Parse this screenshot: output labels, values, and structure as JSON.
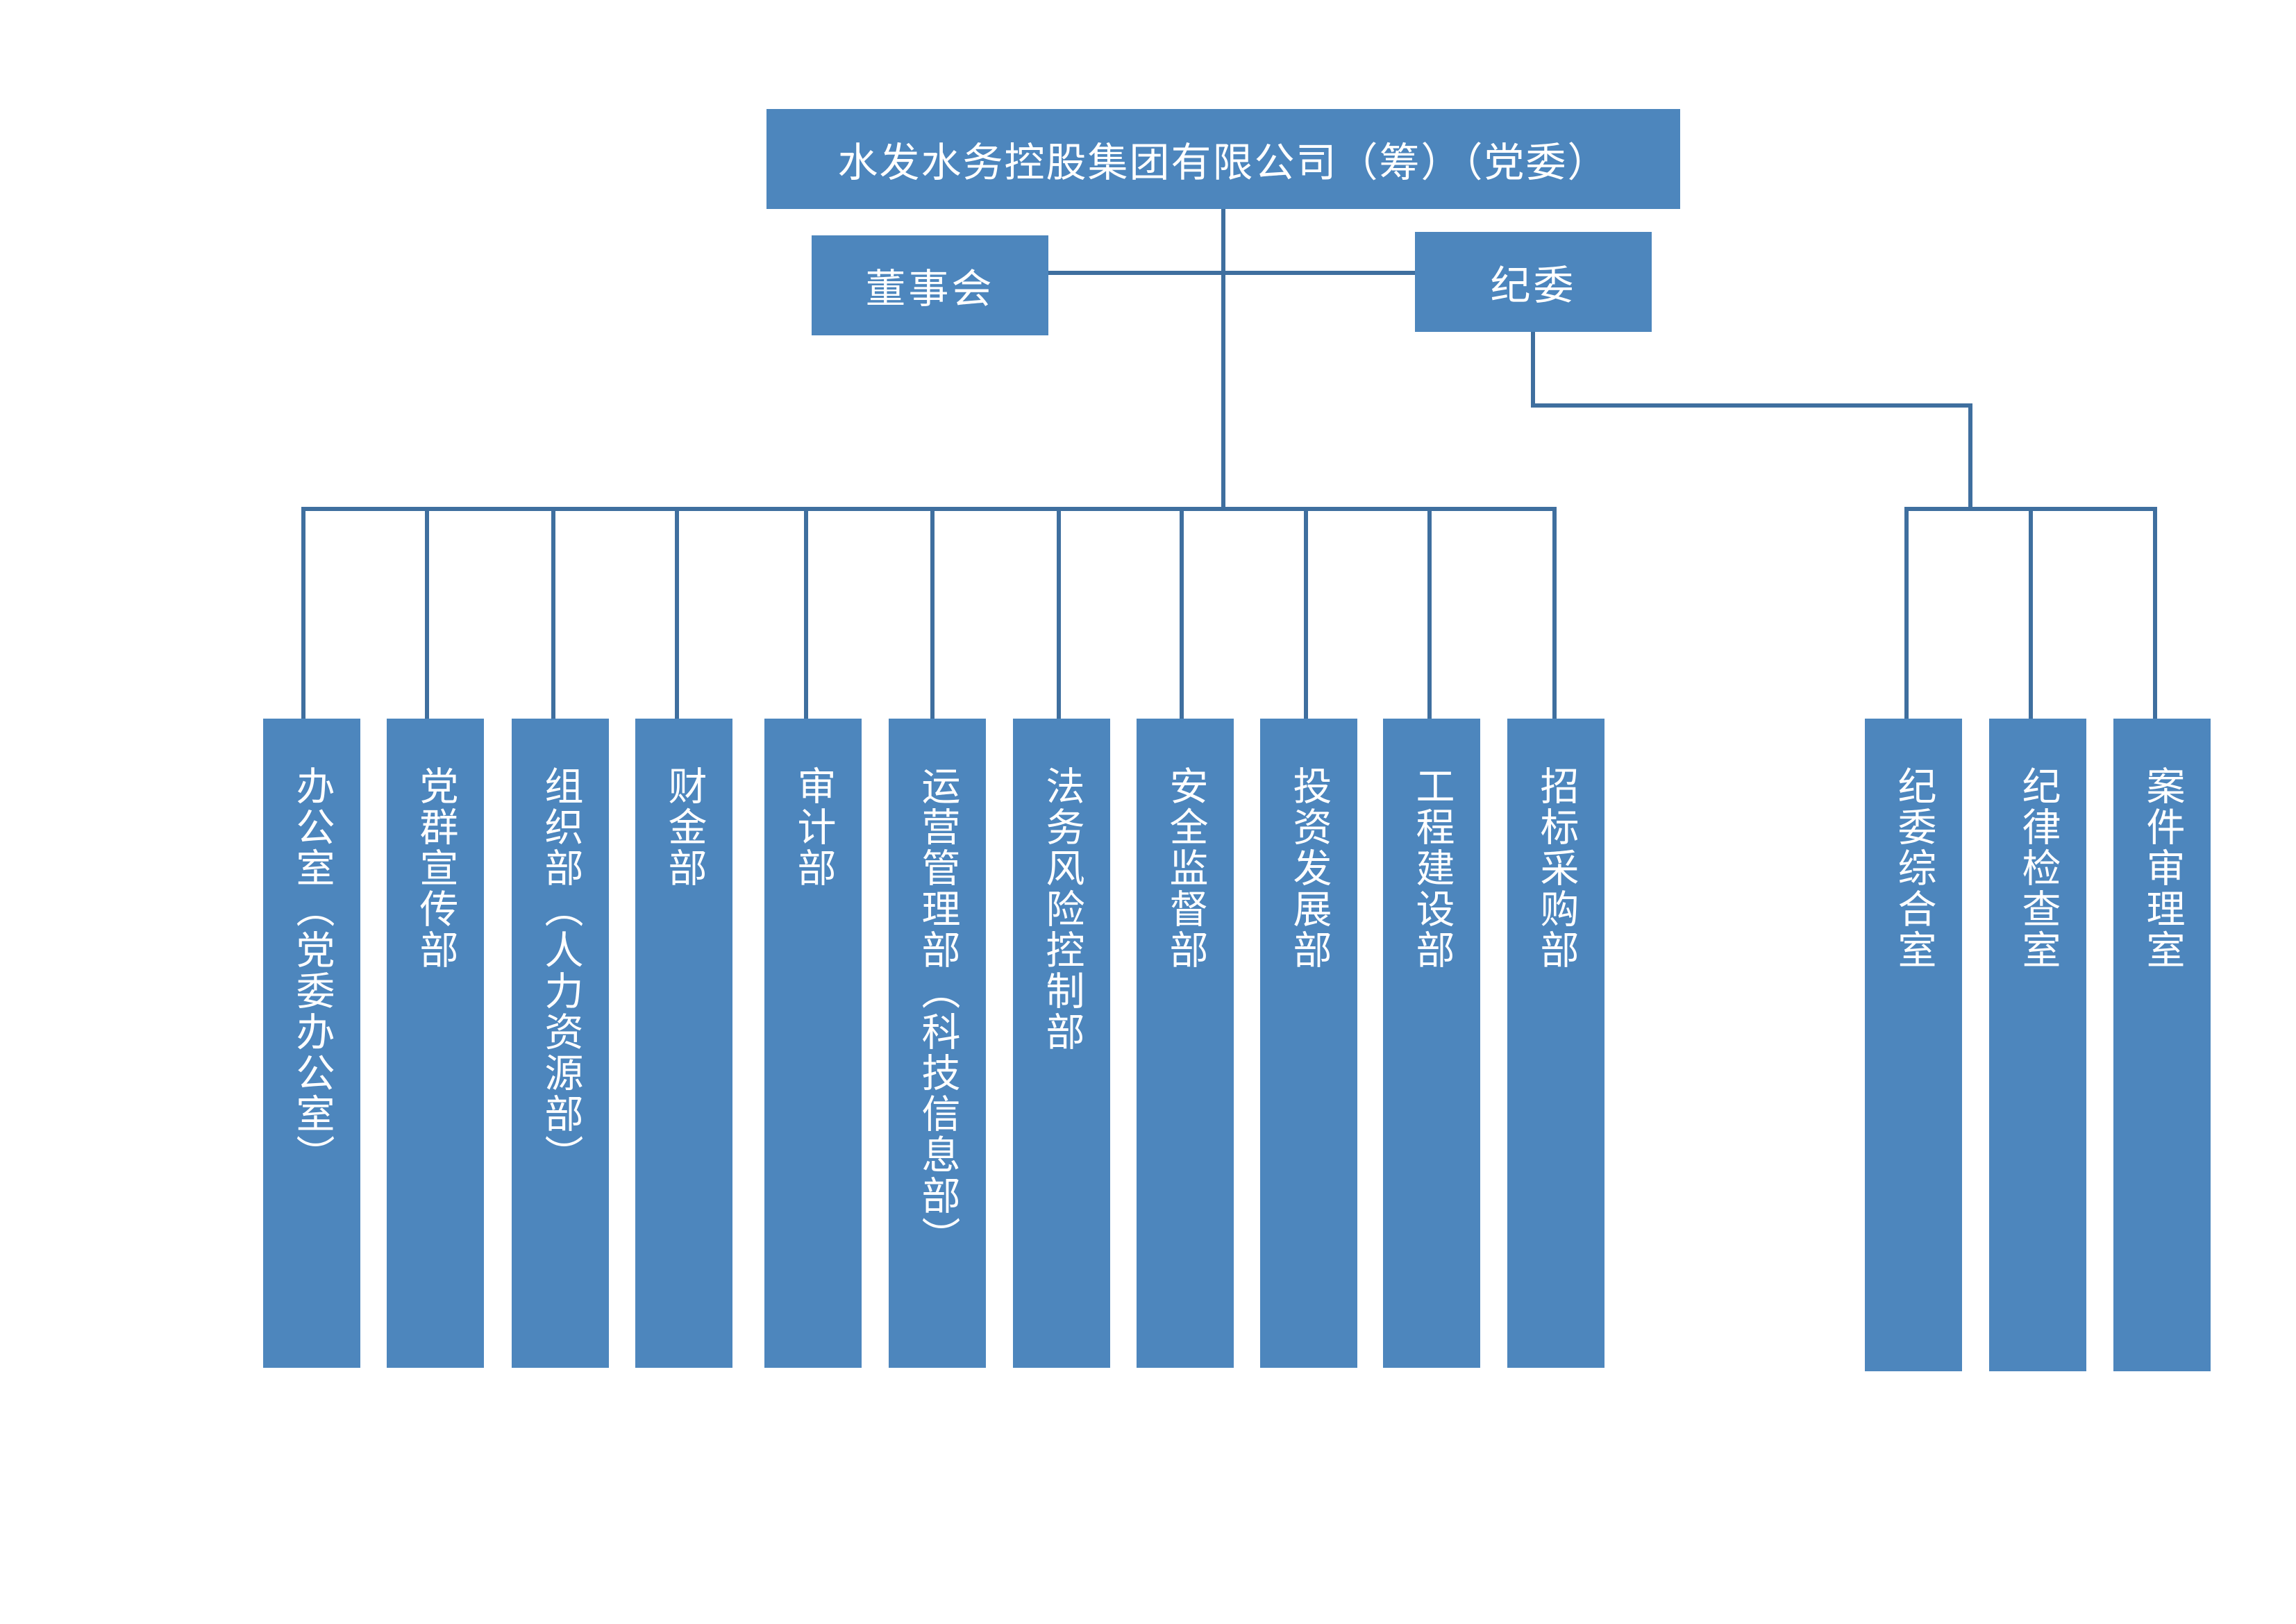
{
  "chart": {
    "top_node": "水发水务控股集团有限公司（筹）（党委）",
    "board": "董事会",
    "discipline_committee": "纪委",
    "departments": [
      "办公室（党委办公室）",
      "党群宣传部",
      "组织部（人力资源部）",
      "财金部",
      "审计部",
      "运营管理部（科技信息部）",
      "法务风险控制部",
      "安全监督部",
      "投资发展部",
      "工程建设部",
      "招标采购部"
    ],
    "discipline_offices": [
      "纪委综合室",
      "纪律检查室",
      "案件审理室"
    ]
  },
  "colors": {
    "box_fill": "#4d86bd",
    "line": "#3f6f9f",
    "text": "#ffffff"
  }
}
